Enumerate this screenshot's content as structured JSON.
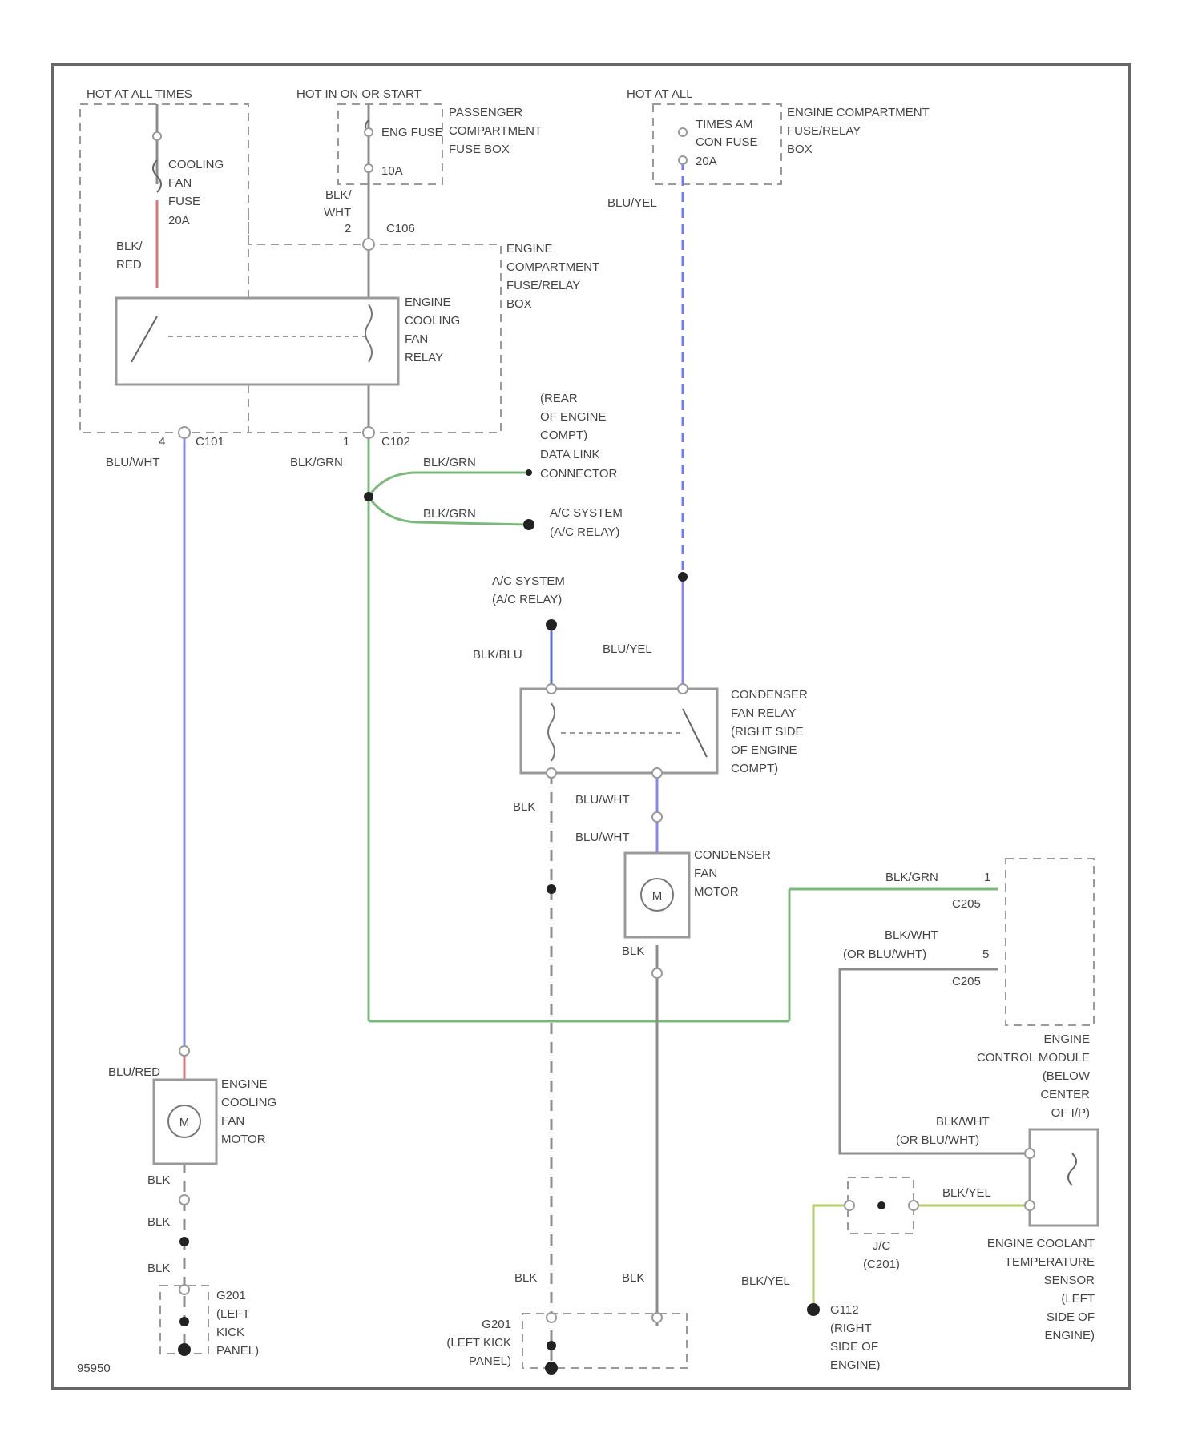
{
  "colors": {
    "wire_gray": "#8c8c8c",
    "wire_green": "#7cb87c",
    "wire_blue": "#8888ee",
    "wire_blue_dashed": "#6f7df0",
    "wire_red": "#d9777a",
    "wire_yellow_green": "#b6cc66"
  },
  "sources": {
    "hot_all_times": "HOT AT ALL TIMES",
    "hot_on_start": "HOT IN ON OR START",
    "hot_all": "HOT AT ALL"
  },
  "fuses": {
    "cooling_fan_fuse": [
      "COOLING",
      "FAN",
      "FUSE",
      "20A"
    ],
    "engine_fuse": [
      "ENG FUSE",
      "10A"
    ],
    "passenger_box": [
      "PASSENGER",
      "COMPARTMENT",
      "FUSE BOX"
    ],
    "timer_fuse": [
      "TIMES AM",
      "CON FUSE",
      "20A"
    ],
    "engine_box_right": [
      "ENGINE COMPARTMENT",
      "FUSE/RELAY",
      "BOX"
    ],
    "engine_box_mid": [
      "ENGINE",
      "COMPARTMENT",
      "FUSE/RELAY",
      "BOX"
    ]
  },
  "connectors": {
    "c106": "C106",
    "c101": "C101",
    "c102": "C102",
    "c205a": "C205",
    "c205b": "C205",
    "c201": "(C201)"
  },
  "pins": {
    "p1": "1",
    "p2": "2",
    "p4": "4",
    "p5": "5"
  },
  "wires": {
    "blk_red": [
      "BLK/",
      "RED"
    ],
    "blk_wht": [
      "BLK/",
      "WHT"
    ],
    "blu_yel_top": "BLU/YEL",
    "blu_wht_left": "BLU/WHT",
    "blk_grn_left": "BLK/GRN",
    "blk_grn_dlc": "BLK/GRN",
    "blk_grn_ac": "BLK/GRN",
    "blk_blu": "BLK/BLU",
    "blu_yel_relay": "BLU/YEL",
    "blk_relay": "BLK",
    "blu_wht_1": "BLU/WHT",
    "blu_wht_2": "BLU/WHT",
    "blk_cond": "BLK",
    "blk_grn_ecm": "BLK/GRN",
    "blk_wht_ecm": "BLK/WHT",
    "or_blu_wht_1": "(OR BLU/WHT)",
    "blu_red": "BLU/RED",
    "blk_fan1": "BLK",
    "blk_fan2": "BLK",
    "blk_fan3": "BLK",
    "blk_wht_sensor": "BLK/WHT",
    "or_blu_wht_2": "(OR BLU/WHT)",
    "blk_yel_sensor": "BLK/YEL",
    "blk_yel_ground": "BLK/YEL",
    "blk_g1": "BLK",
    "blk_g2": "BLK"
  },
  "components": {
    "cooling_fan_relay": [
      "ENGINE",
      "COOLING",
      "FAN",
      "RELAY"
    ],
    "dlc": [
      "(REAR",
      "OF ENGINE",
      "COMPT)",
      "DATA LINK",
      "CONNECTOR"
    ],
    "ac_relay_right": [
      "A/C SYSTEM",
      "(A/C RELAY)"
    ],
    "ac_relay_top": [
      "A/C SYSTEM",
      "(A/C RELAY)"
    ],
    "condenser_relay": [
      "CONDENSER",
      "FAN RELAY",
      "(RIGHT SIDE",
      "OF ENGINE",
      "COMPT)"
    ],
    "condenser_motor": [
      "CONDENSER",
      "FAN",
      "MOTOR"
    ],
    "ecm": [
      "ENGINE",
      "CONTROL MODULE",
      "(BELOW",
      "CENTER",
      "OF I/P)"
    ],
    "cooling_fan_motor": [
      "ENGINE",
      "COOLING",
      "FAN",
      "MOTOR"
    ],
    "coolant_sensor": [
      "ENGINE COOLANT",
      "TEMPERATURE",
      "SENSOR",
      "(LEFT",
      "SIDE OF",
      "ENGINE)"
    ],
    "jc": [
      "J/C",
      "(C201)"
    ]
  },
  "motor_symbol": "M",
  "grounds": {
    "left": [
      "G201",
      "(LEFT",
      "KICK",
      "PANEL)"
    ],
    "middle": [
      "G201",
      "(LEFT KICK",
      "PANEL)"
    ],
    "right": [
      "G112",
      "(RIGHT",
      "SIDE OF",
      "ENGINE)"
    ]
  },
  "diagram_id": "95950"
}
